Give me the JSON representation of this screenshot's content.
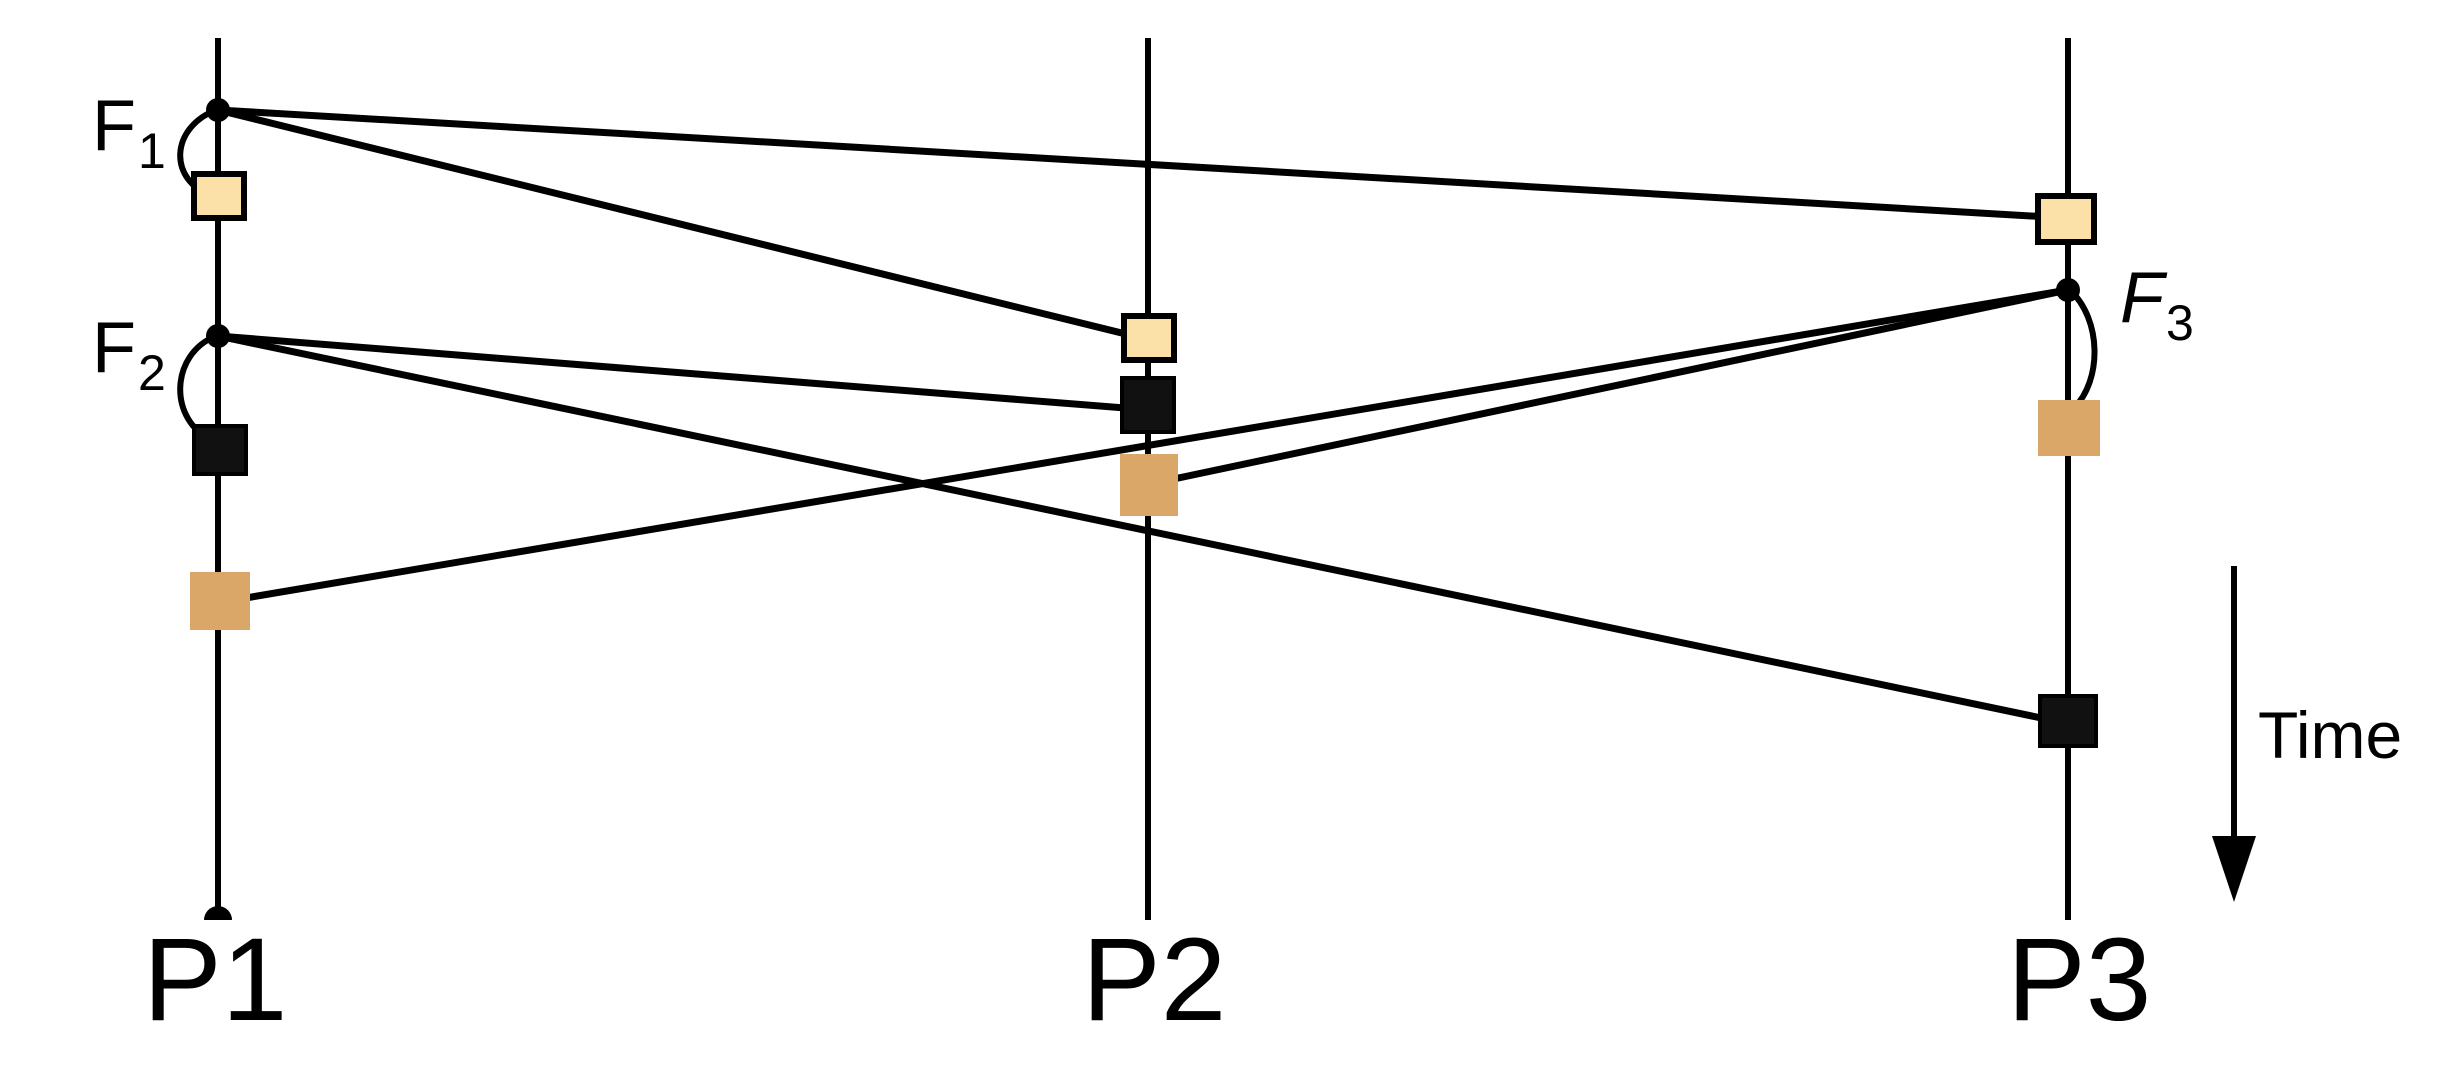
{
  "processes": [
    {
      "id": "P1",
      "label": "P1"
    },
    {
      "id": "P2",
      "label": "P2"
    },
    {
      "id": "P3",
      "label": "P3"
    }
  ],
  "flushes": [
    {
      "id": "F1",
      "base": "F",
      "sub": "1",
      "process": "P1"
    },
    {
      "id": "F2",
      "base": "F",
      "sub": "2",
      "process": "P1"
    },
    {
      "id": "F3",
      "base": "F",
      "sub": "3",
      "process": "P3"
    }
  ],
  "time_label": "Time",
  "colors": {
    "flush1_box": "#FBE0A8",
    "flush2_box": "#111111",
    "flush3_box": "#DBA769",
    "line": "#000000"
  },
  "messages": [
    {
      "from": "F1",
      "to": "P1",
      "box": "flush1"
    },
    {
      "from": "F1",
      "to": "P2",
      "box": "flush1"
    },
    {
      "from": "F1",
      "to": "P3",
      "box": "flush1"
    },
    {
      "from": "F2",
      "to": "P1",
      "box": "flush2"
    },
    {
      "from": "F2",
      "to": "P2",
      "box": "flush2"
    },
    {
      "from": "F2",
      "to": "P3",
      "box": "flush2"
    },
    {
      "from": "F3",
      "to": "P1",
      "box": "flush3"
    },
    {
      "from": "F3",
      "to": "P2",
      "box": "flush3"
    },
    {
      "from": "F3",
      "to": "P3",
      "box": "flush3"
    }
  ]
}
